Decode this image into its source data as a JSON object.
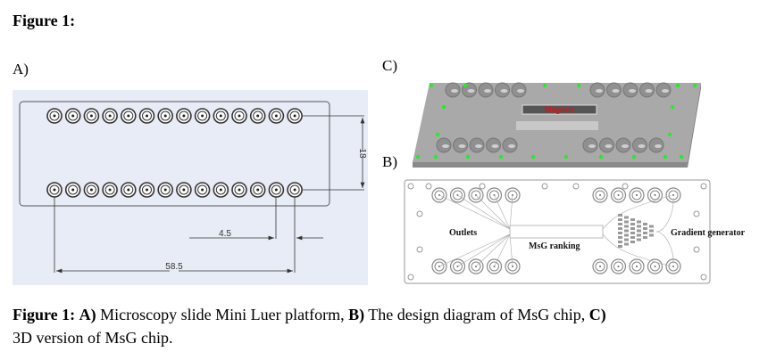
{
  "figure_title": "Figure 1:",
  "panels": {
    "a": {
      "label": "A)",
      "dimensions": {
        "vertical": "18",
        "pitch": "4.5",
        "span": "58.5"
      }
    },
    "b": {
      "label": "B)",
      "annotations": {
        "outlets": "Outlets",
        "ranking": "MsG ranking",
        "gradient": "Gradient generator"
      }
    },
    "c": {
      "label": "C)",
      "annotations": {
        "magnets": "Magnets"
      }
    }
  },
  "caption": {
    "prefix": "Figure 1:",
    "a_label": "A)",
    "a_text": " Microscopy slide Mini Luer platform, ",
    "b_label": "B)",
    "b_text": " The design diagram of MsG chip, ",
    "c_label": "C)",
    "c_text": "3D version of MsG chip."
  },
  "colors": {
    "panel_a_bg": "#e8ecf6",
    "chip_3d": "#a9a9a9",
    "dots": "#2ee62e",
    "magnets_text": "#e01010"
  }
}
